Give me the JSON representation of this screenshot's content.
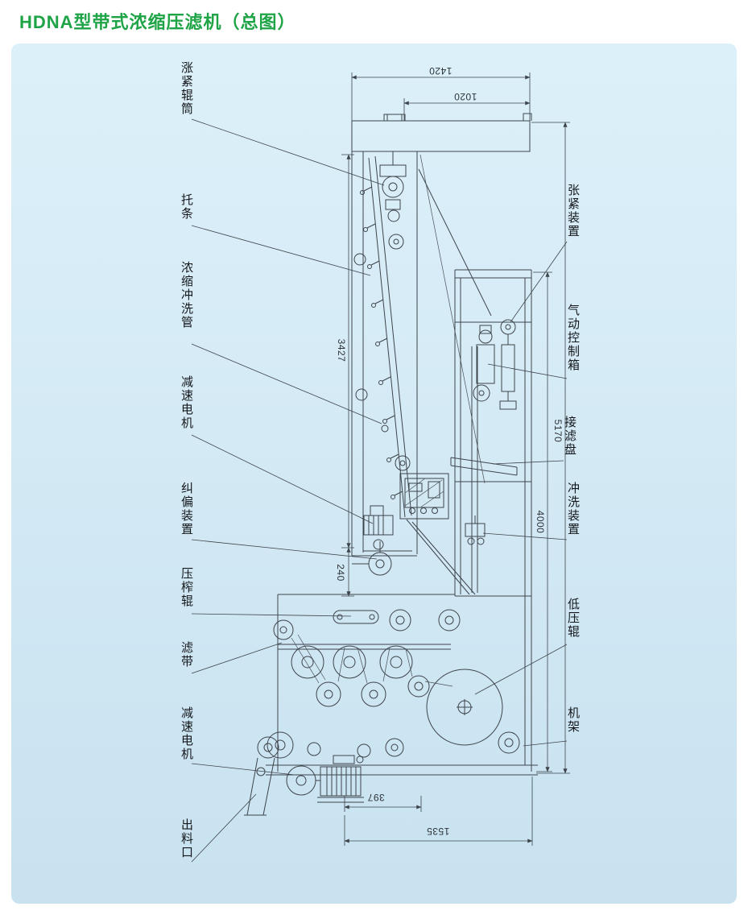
{
  "title": "HDNA型带式浓缩压滤机（总图）",
  "colors": {
    "title_green": "#1ea446",
    "panel_blue": "#d6eaf5",
    "line_color": "#3e444b"
  },
  "labels_left": [
    {
      "text": "涨紧辊筒"
    },
    {
      "text": "托条"
    },
    {
      "text": "浓缩冲洗管"
    },
    {
      "text": "减速电机"
    },
    {
      "text": "纠偏装置"
    },
    {
      "text": "压榨辊"
    },
    {
      "text": "滤带"
    },
    {
      "text": "减速电机"
    },
    {
      "text": "出料口"
    }
  ],
  "labels_right": [
    {
      "text": "张紧装置"
    },
    {
      "text": "气动控制箱"
    },
    {
      "text": "接滤盘"
    },
    {
      "text": "冲洗装置"
    },
    {
      "text": "低压辊"
    },
    {
      "text": "机架"
    }
  ],
  "dimensions": {
    "top_overall": "1420",
    "top_inner": "1020",
    "upper_section_length": "3427",
    "transition_gap": "240",
    "overall_length": "5170",
    "frame_length": "4000",
    "drive_offset": "397",
    "lower_section_length": "1535"
  }
}
